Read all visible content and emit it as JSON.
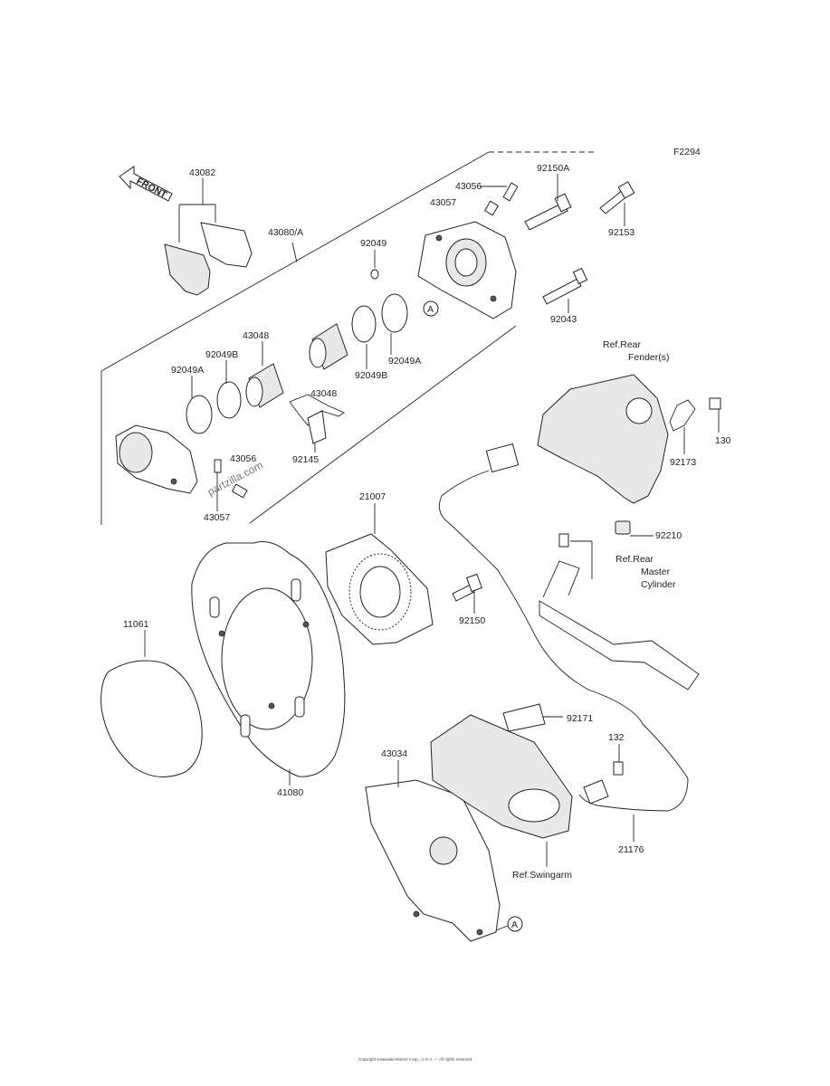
{
  "diagram_code": "F2294",
  "front_arrow_label": "FRONT",
  "watermark": "partzilla.com",
  "circle_marker": "A",
  "parts": {
    "p43082": "43082",
    "p43080A": "43080/A",
    "p43056_top": "43056",
    "p43057_top": "43057",
    "p92150A": "92150A",
    "p92153": "92153",
    "p92049": "92049",
    "p92043": "92043",
    "p43048_a": "43048",
    "p92049B_a": "92049B",
    "p92049A_a": "92049A",
    "p92049B_b": "92049B",
    "p92049A_b": "92049A",
    "p43048_b": "43048",
    "p92145": "92145",
    "p43056_low": "43056",
    "p43057_low": "43057",
    "p21007": "21007",
    "p92150": "92150",
    "p11061": "11061",
    "p41080": "41080",
    "p130": "130",
    "p92173": "92173",
    "p92210": "92210",
    "p92171": "92171",
    "p132": "132",
    "p21176": "21176",
    "p43034": "43034"
  },
  "references": {
    "rear_fender_1": "Ref.Rear",
    "rear_fender_2": "Fender(s)",
    "master_cyl_1": "Ref.Rear",
    "master_cyl_2": "Master",
    "master_cyl_3": "Cylinder",
    "swingarm": "Ref.Swingarm"
  },
  "copyright_text": "Copyright Kawasaki Motors Corp., U.S.A. — All rights reserved"
}
